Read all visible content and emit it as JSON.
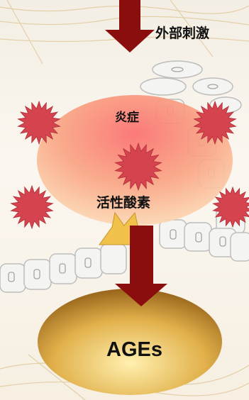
{
  "labels": {
    "stimulus": "外部刺激",
    "inflammation": "炎症",
    "ros": "活性酸素",
    "ages": "AGEs"
  },
  "colors": {
    "arrow": "#8b0e0e",
    "burst": "#d5434f",
    "inflammation_cloud": "#f9a483",
    "ages_blob": "#c98e1e"
  },
  "icons": [
    "starburst-icon",
    "down-arrow-icon",
    "skin-cell-icon"
  ]
}
